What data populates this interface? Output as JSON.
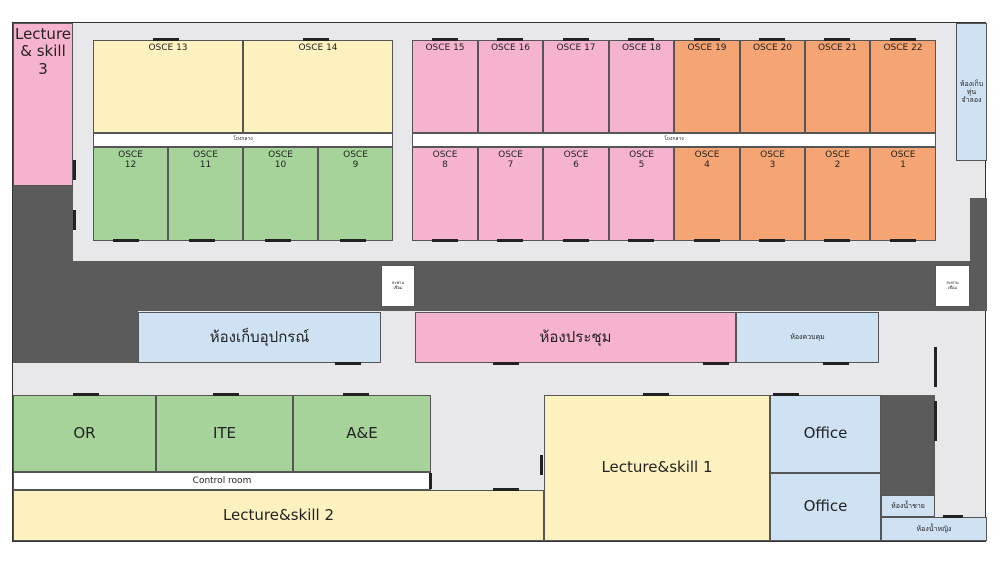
{
  "rooms": {
    "lecture_skill_3": "Lecture\n& skill\n3",
    "osce_13": "OSCE 13",
    "osce_14": "OSCE 14",
    "osce_15": "OSCE 15",
    "osce_16": "OSCE 16",
    "osce_17": "OSCE 17",
    "osce_18": "OSCE 18",
    "osce_19": "OSCE 19",
    "osce_20": "OSCE 20",
    "osce_21": "OSCE 21",
    "osce_22": "OSCE 22",
    "model_storage": "ห้องเก็บ\nหุ่น\nจำลอง",
    "hall_left": "โถงกลาง",
    "hall_right": "โถงกลาง",
    "osce_12": "OSCE\n12",
    "osce_11": "OSCE\n11",
    "osce_10": "OSCE\n10",
    "osce_9": "OSCE\n9",
    "osce_8": "OSCE\n8",
    "osce_7": "OSCE\n7",
    "osce_6": "OSCE\n6",
    "osce_5": "OSCE\n5",
    "osce_4": "OSCE\n4",
    "osce_3": "OSCE\n3",
    "osce_2": "OSCE\n2",
    "osce_1": "OSCE\n1",
    "connector_left": "สะพาน\nเชื่อม",
    "connector_right": "สะพาน\nเชื่อม",
    "equipment_storage": "ห้องเก็บอุปกรณ์",
    "meeting_room": "ห้องประชุม",
    "control_room_th": "ห้องควบคุม",
    "or": "OR",
    "ite": "ITE",
    "ae": "A&E",
    "control_room": "Control room",
    "lecture_skill_2": "Lecture&skill 2",
    "lecture_skill_1": "Lecture&skill 1",
    "office_1": "Office",
    "office_2": "Office",
    "restroom_men": "ห้องน้ำชาย",
    "restroom_women": "ห้องน้ำหญิง"
  },
  "colors": {
    "yellow": "#fcf1bf",
    "pink": "#f6b3cf",
    "orange": "#f5a473",
    "green": "#a5d39a",
    "blue": "#cfe2f4",
    "corridor": "#e8e8ea",
    "dark_corridor": "#5b5b5b"
  }
}
